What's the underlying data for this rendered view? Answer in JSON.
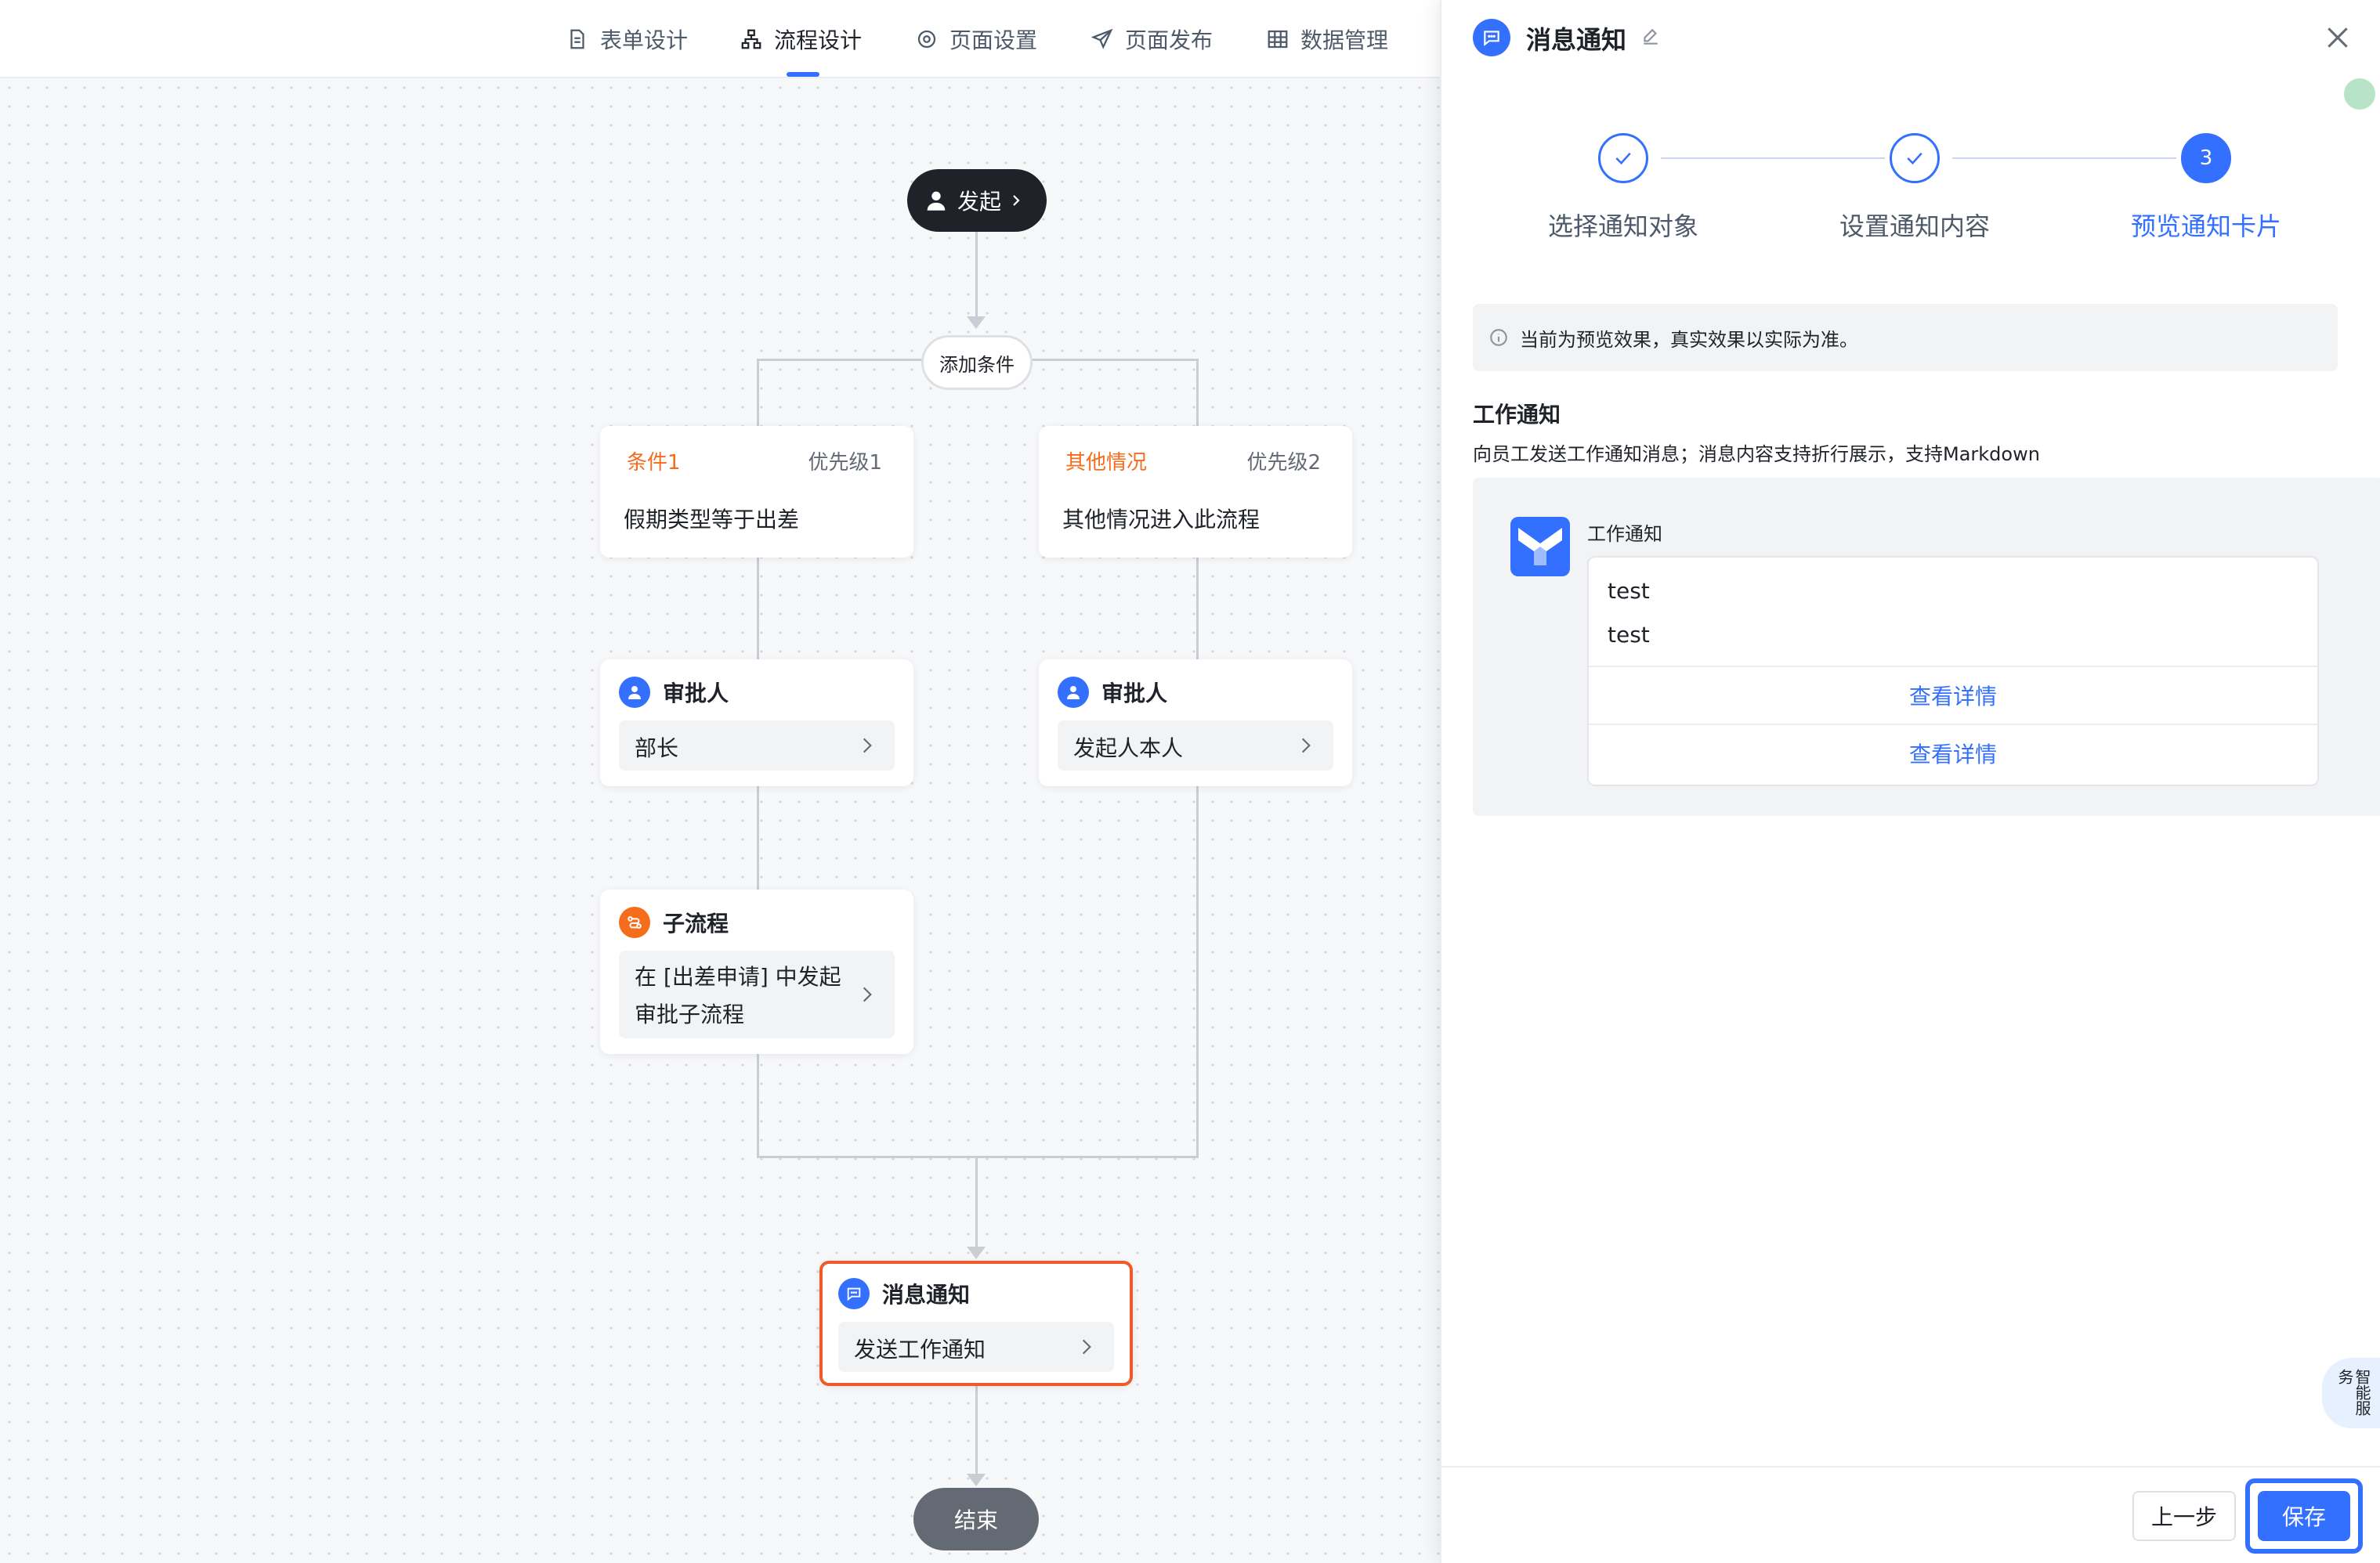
{
  "tabs": [
    {
      "label": "表单设计",
      "icon": "document-icon"
    },
    {
      "label": "流程设计",
      "icon": "flow-icon",
      "active": true
    },
    {
      "label": "页面设置",
      "icon": "gear-icon"
    },
    {
      "label": "页面发布",
      "icon": "send-icon"
    },
    {
      "label": "数据管理",
      "icon": "table-icon"
    }
  ],
  "flow": {
    "start_label": "发起",
    "add_condition_label": "添加条件",
    "branches": [
      {
        "condition_title": "条件1",
        "priority": "优先级1",
        "condition_desc": "假期类型等于出差",
        "approver_title": "审批人",
        "approver_value": "部长",
        "subflow_title": "子流程",
        "subflow_line1": "在 [出差申请] 中发起",
        "subflow_line2": "审批子流程"
      },
      {
        "condition_title": "其他情况",
        "priority": "优先级2",
        "condition_desc": "其他情况进入此流程",
        "approver_title": "审批人",
        "approver_value": "发起人本人"
      }
    ],
    "notify_title": "消息通知",
    "notify_value": "发送工作通知",
    "end_label": "结束"
  },
  "panel": {
    "title": "消息通知",
    "steps": [
      {
        "label": "选择通知对象",
        "state": "done"
      },
      {
        "label": "设置通知内容",
        "state": "done"
      },
      {
        "label": "预览通知卡片",
        "state": "current",
        "number": "3"
      }
    ],
    "notice": "当前为预览效果，真实效果以实际为准。",
    "section_title": "工作通知",
    "section_desc": "向员工发送工作通知消息；消息内容支持折行展示，支持Markdown",
    "preview": {
      "app_name": "工作通知",
      "lines": [
        "test",
        "test"
      ],
      "links": [
        "查看详情",
        "查看详情"
      ]
    },
    "side_button": "智能服务",
    "prev_button": "上一步",
    "save_button": "保存"
  },
  "colors": {
    "primary": "#3370ff",
    "condition_orange": "#f56c1d",
    "selected_border": "#f05a28"
  }
}
